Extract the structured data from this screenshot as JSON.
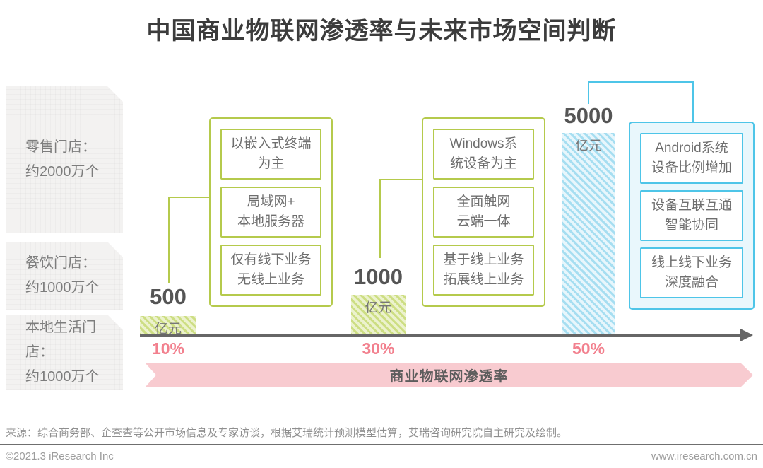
{
  "title": "中国商业物联网渗透率与未来市场空间判断",
  "store_panels": [
    {
      "label_line1": "零售门店：",
      "label_line2": "约2000万个"
    },
    {
      "label_line1": "餐饮门店：",
      "label_line2": "约1000万个"
    },
    {
      "label_line1": "本地生活门店：",
      "label_line2": "约1000万个"
    }
  ],
  "stages": [
    {
      "market_value": "500",
      "unit": "亿元",
      "penetration": "10%",
      "features": [
        {
          "line1": "以嵌入式终端",
          "line2": "为主"
        },
        {
          "line1": "局域网+",
          "line2": "本地服务器"
        },
        {
          "line1": "仅有线下业务",
          "line2": "无线上业务"
        }
      ]
    },
    {
      "market_value": "1000",
      "unit": "亿元",
      "penetration": "30%",
      "features": [
        {
          "line1": "Windows系",
          "line2": "统设备为主"
        },
        {
          "line1": "全面触网",
          "line2": "云端一体"
        },
        {
          "line1": "基于线上业务",
          "line2": "拓展线上业务"
        }
      ]
    },
    {
      "market_value": "5000",
      "unit": "亿元",
      "penetration": "50%",
      "features": [
        {
          "line1": "Android系统",
          "line2": "设备比例增加"
        },
        {
          "line1": "设备互联互通",
          "line2": "智能协同"
        },
        {
          "line1": "线上线下业务",
          "line2": "深度融合"
        }
      ]
    }
  ],
  "axis_banner_label": "商业物联网渗透率",
  "source_note": "来源：综合商务部、企查查等公开市场信息及专家访谈，根据艾瑞统计预测模型估算，艾瑞咨询研究院自主研究及绘制。",
  "footer": {
    "left": "©2021.3 iResearch Inc",
    "right": "www.iresearch.com.cn"
  },
  "colors": {
    "green": "#b5ca4c",
    "blue": "#4ec5e8",
    "pink_text": "#f2808e",
    "pink_banner": "#f8cbd0",
    "axis": "#666666"
  },
  "chart_data": {
    "type": "bar",
    "title": "中国商业物联网渗透率与未来市场空间判断",
    "categories": [
      "10%",
      "30%",
      "50%"
    ],
    "series": [
      {
        "name": "市场空间",
        "unit": "亿元",
        "values": [
          500,
          1000,
          5000
        ]
      }
    ],
    "xlabel": "商业物联网渗透率",
    "ylabel": "亿元",
    "legend_position": "none",
    "grid": false,
    "annotations": {
      "store_counts": [
        "零售门店：约2000万个",
        "餐饮门店：约1000万个",
        "本地生活门店：约1000万个"
      ],
      "stage_features": [
        [
          "以嵌入式终端为主",
          "局域网+本地服务器",
          "仅有线下业务无线上业务"
        ],
        [
          "Windows系统设备为主",
          "全面触网云端一体",
          "基于线上业务拓展线上业务"
        ],
        [
          "Android系统设备比例增加",
          "设备互联互通智能协同",
          "线上线下业务深度融合"
        ]
      ]
    }
  }
}
